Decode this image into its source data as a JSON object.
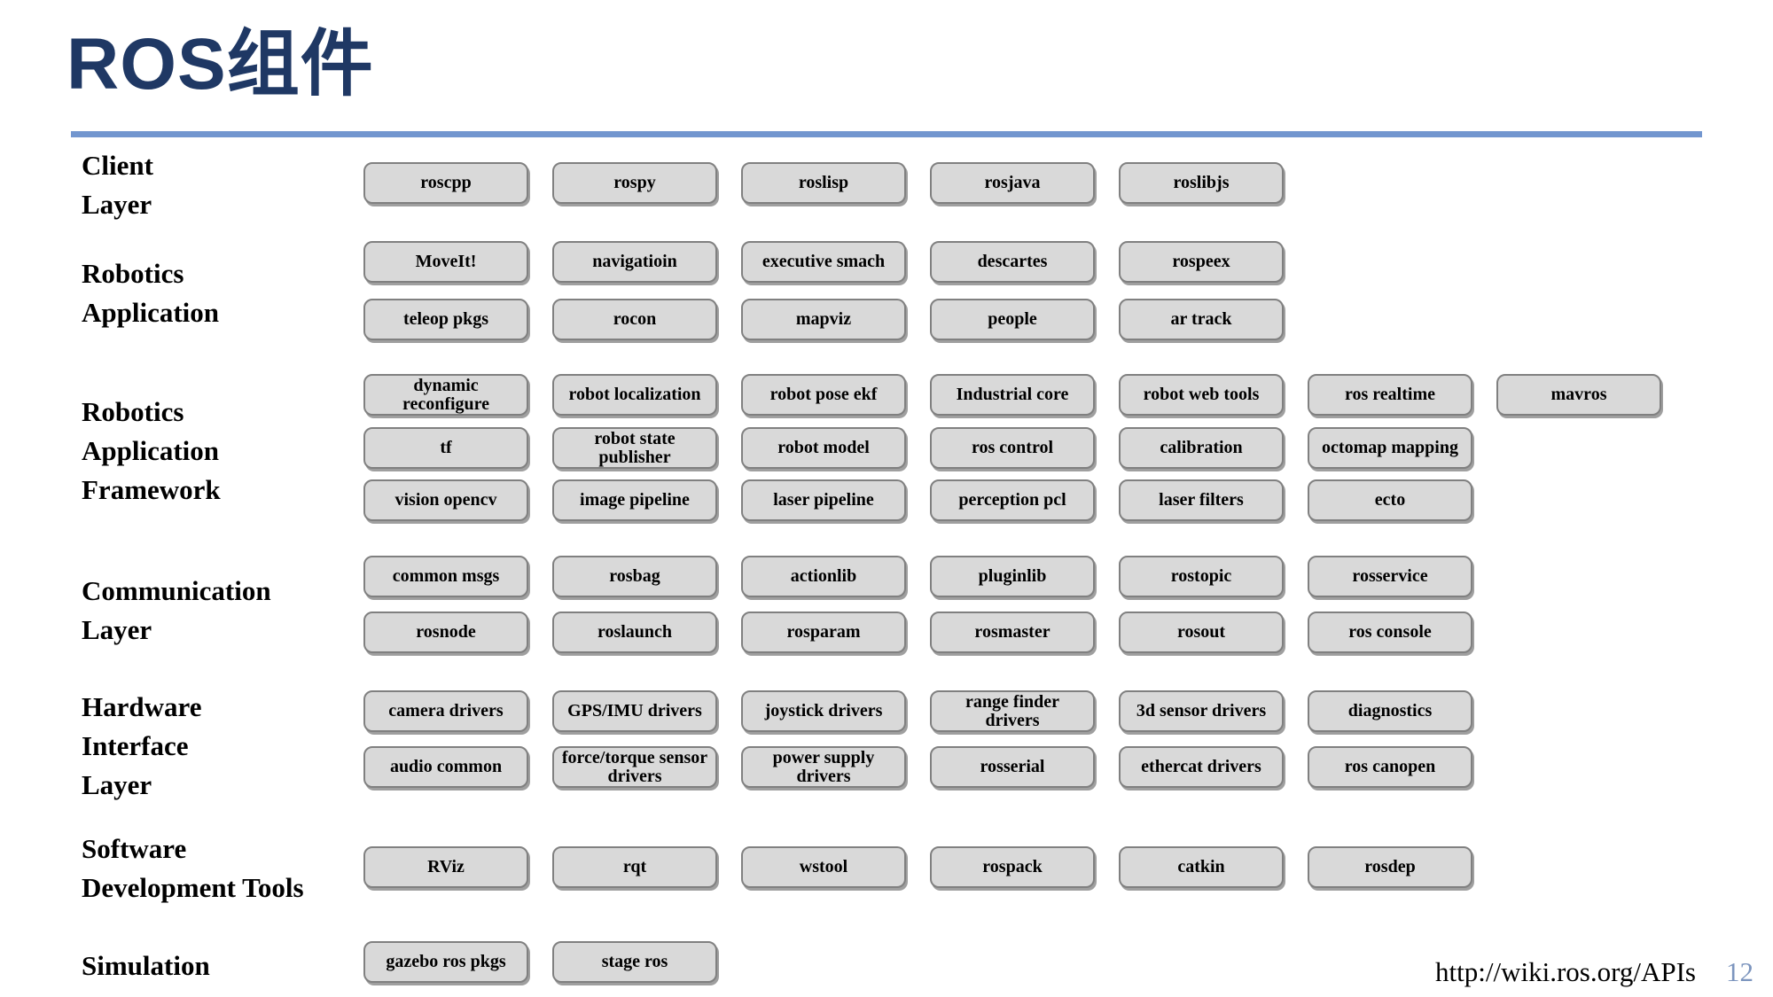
{
  "title": "ROS组件",
  "colors": {
    "title": "#1F3864",
    "rule": "#7296CF",
    "box_fill": "#D9D9D9",
    "box_border": "#808080",
    "page_number": "#7C95BE"
  },
  "sections": [
    {
      "label_lines": [
        "Client",
        "Layer"
      ],
      "rows": [
        [
          "roscpp",
          "rospy",
          "roslisp",
          "rosjava",
          "roslibjs"
        ]
      ]
    },
    {
      "label_lines": [
        "Robotics",
        "Application"
      ],
      "rows": [
        [
          "MoveIt!",
          "navigatioin",
          "executive smach",
          "descartes",
          "rospeex"
        ],
        [
          "teleop pkgs",
          "rocon",
          "mapviz",
          "people",
          "ar track"
        ]
      ]
    },
    {
      "label_lines": [
        "Robotics",
        "Application",
        "Framework"
      ],
      "rows": [
        [
          "dynamic reconfigure",
          "robot localization",
          "robot pose ekf",
          "Industrial core",
          "robot web tools",
          "ros realtime",
          "mavros"
        ],
        [
          "tf",
          "robot state publisher",
          "robot model",
          "ros control",
          "calibration",
          "octomap mapping"
        ],
        [
          "vision opencv",
          "image pipeline",
          "laser pipeline",
          "perception pcl",
          "laser filters",
          "ecto"
        ]
      ]
    },
    {
      "label_lines": [
        "Communication",
        "Layer"
      ],
      "rows": [
        [
          "common msgs",
          "rosbag",
          "actionlib",
          "pluginlib",
          "rostopic",
          "rosservice"
        ],
        [
          "rosnode",
          "roslaunch",
          "rosparam",
          "rosmaster",
          "rosout",
          "ros console"
        ]
      ]
    },
    {
      "label_lines": [
        "Hardware",
        "Interface",
        "Layer"
      ],
      "rows": [
        [
          "camera drivers",
          "GPS/IMU drivers",
          "joystick drivers",
          "range finder drivers",
          "3d sensor drivers",
          "diagnostics"
        ],
        [
          "audio common",
          "force/torque sensor drivers",
          "power supply drivers",
          "rosserial",
          "ethercat drivers",
          "ros canopen"
        ]
      ]
    },
    {
      "label_lines": [
        "Software",
        "Development Tools"
      ],
      "rows": [
        [
          "RViz",
          "rqt",
          "wstool",
          "rospack",
          "catkin",
          "rosdep"
        ]
      ]
    },
    {
      "label_lines": [
        "Simulation"
      ],
      "rows": [
        [
          "gazebo ros pkgs",
          "stage ros"
        ]
      ]
    }
  ],
  "footer": {
    "url": "http://wiki.ros.org/APIs",
    "page_number": "12"
  }
}
